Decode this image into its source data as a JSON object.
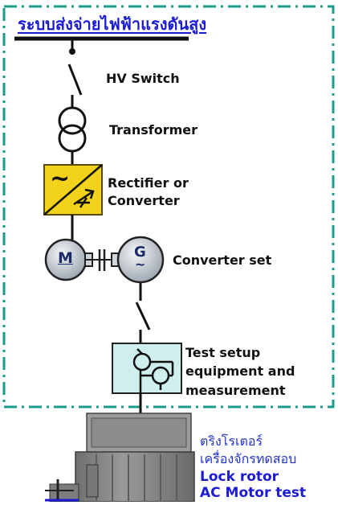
{
  "header": {
    "title": "ระบบส่งจ่ายไฟฟ้าแรงดันสูง"
  },
  "labels": {
    "hv_switch": "HV Switch",
    "transformer": "Transformer",
    "rectifier_line1": "Rectifier or",
    "rectifier_line2": "Converter",
    "converter_set": "Converter set",
    "test_setup_line1": "Test setup",
    "test_setup_line2": "equipment and",
    "test_setup_line3": "measurement"
  },
  "machines": {
    "motor_letter": "M",
    "generator_letter": "G",
    "generator_symbol": "~"
  },
  "rectifier_symbols": {
    "ac": "~"
  },
  "footer": {
    "thai_line1": "ตริงโรเตอร์",
    "thai_line2": "เครื่องจักรทดสอบ",
    "en_line1": "Lock rotor",
    "en_line2": "AC Motor test"
  },
  "colors": {
    "border": "#1a9b8c",
    "rectifier_fill": "#f2d21a",
    "machine_fill": "#d9dfe6",
    "test_box_fill": "#cfeeee",
    "motor_body": "#8a8a8a",
    "accent_blue": "#1b1bd6"
  }
}
